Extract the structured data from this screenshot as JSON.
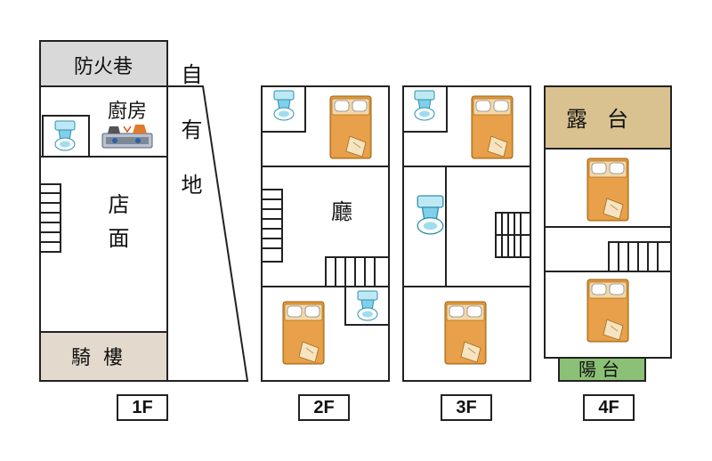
{
  "labels": {
    "fire_lane": "防火巷",
    "kitchen": "廚房",
    "shop": "店面",
    "arcade": "騎樓",
    "private_land": "自有地",
    "living": "廳",
    "terrace": "露台",
    "balcony": "陽台"
  },
  "floors": [
    "1F",
    "2F",
    "3F",
    "4F"
  ],
  "colors": {
    "fire_lane": "#d9d9d9",
    "arcade": "#e3d9cc",
    "terrace": "#d9c28f",
    "balcony": "#8bc176",
    "bed": "#e39a3a",
    "toilet": "#6fc6e0"
  }
}
